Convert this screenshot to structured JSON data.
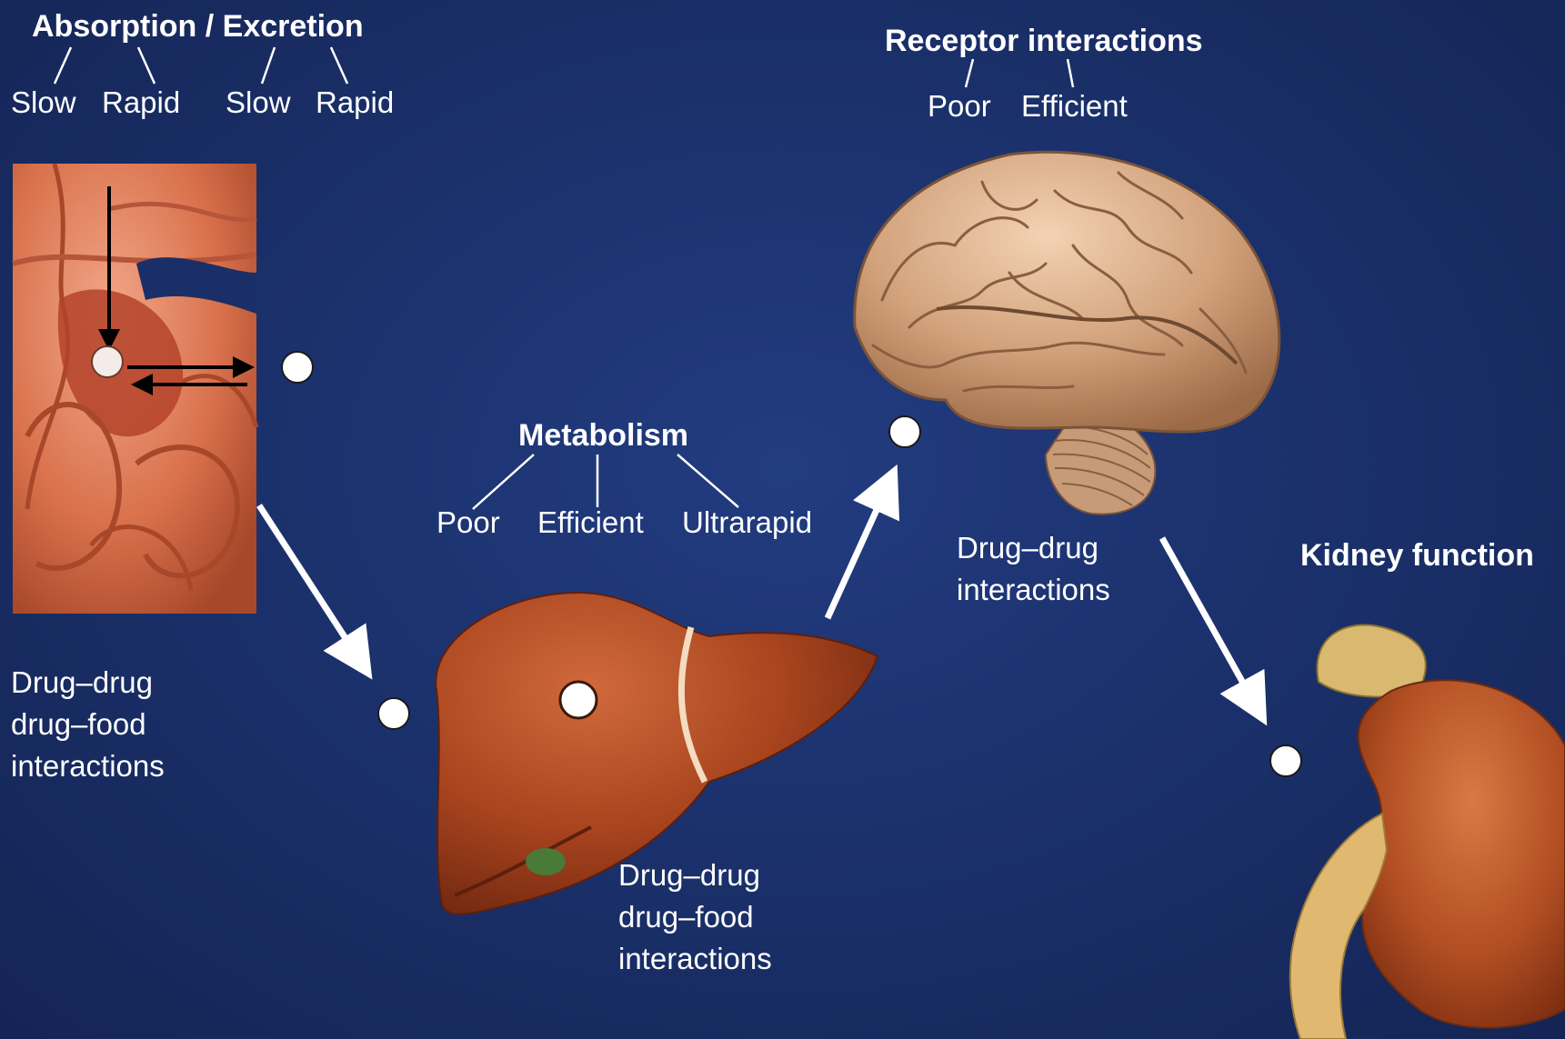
{
  "colors": {
    "background": "#1a2f68",
    "text": "#ffffff",
    "organ_flesh": "#c8613d",
    "liver": "#a8441e",
    "brain": "#d2a27c",
    "kidney": "#b04d22",
    "arrow": "#ffffff",
    "marker": "#ffffff"
  },
  "absorption": {
    "title": "Absorption / Excretion",
    "options": [
      "Slow",
      "Rapid",
      "Slow",
      "Rapid"
    ],
    "interactions": [
      "Drug–drug",
      "drug–food",
      "interactions"
    ]
  },
  "metabolism": {
    "title": "Metabolism",
    "options": [
      "Poor",
      "Efficient",
      "Ultrarapid"
    ],
    "interactions": [
      "Drug–drug",
      "drug–food",
      "interactions"
    ]
  },
  "receptor": {
    "title": "Receptor interactions",
    "options": [
      "Poor",
      "Efficient"
    ],
    "interactions": [
      "Drug–drug",
      "interactions"
    ]
  },
  "kidney": {
    "title": "Kidney function"
  },
  "illustrations": [
    "intestine-illustration",
    "liver-illustration",
    "brain-illustration",
    "kidney-illustration"
  ]
}
